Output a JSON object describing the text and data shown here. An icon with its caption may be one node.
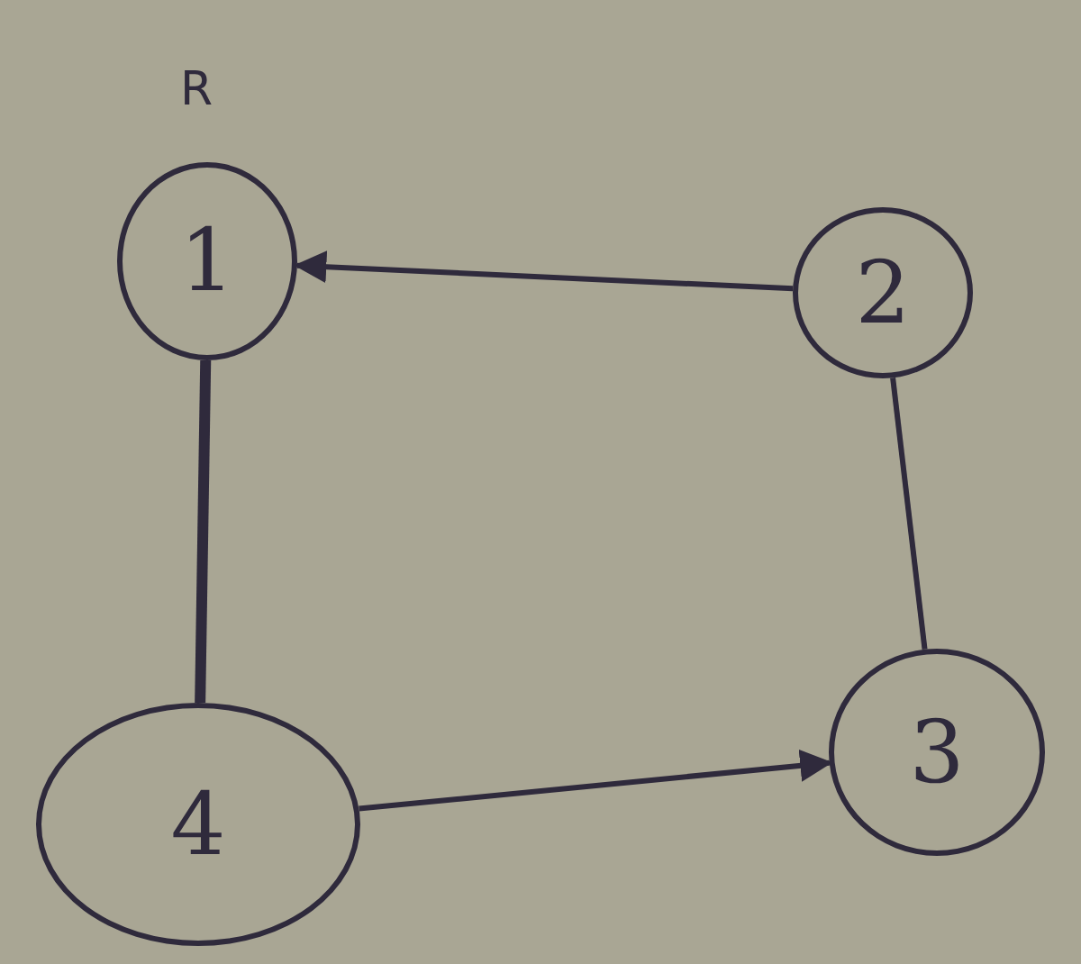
{
  "diagram": {
    "nodes": [
      {
        "text": [
          "1"
        ],
        "beside": [
          "R"
        ]
      },
      {
        "text": [
          "2"
        ]
      },
      {
        "text": [
          "3"
        ]
      },
      {
        "text": [
          "4"
        ]
      }
    ],
    "edges": [
      {
        "from": 1,
        "to": 0,
        "arrow": "to"
      },
      {
        "from": 0,
        "to": 3,
        "arrow": "none",
        "style": "thick"
      },
      {
        "from": 1,
        "to": 2,
        "arrow": "none"
      },
      {
        "from": 3,
        "to": 2,
        "arrow": "to"
      }
    ]
  }
}
